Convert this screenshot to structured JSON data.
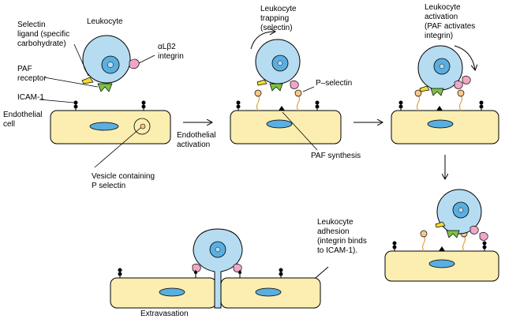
{
  "labels": {
    "leukocyte": "Leukocyte",
    "selectin_ligand_1": "Selectin",
    "selectin_ligand_2": "ligand (specific",
    "selectin_ligand_3": "carbohydrate)",
    "integrin_1": "αLβ2",
    "integrin_2": "integrin",
    "paf_receptor_1": "PAF",
    "paf_receptor_2": "receptor",
    "icam": "ICAM-1",
    "endothelial_1": "Endothelial",
    "endothelial_2": "cell",
    "vesicle_1": "Vesicle containing",
    "vesicle_2": "P selectin",
    "activation_1": "Endothelial",
    "activation_2": "activation",
    "trapping_1": "Leukocyte",
    "trapping_2": "trapping",
    "trapping_3": "(selectin)",
    "p_selectin": "P–selectin",
    "paf_synthesis": "PAF synthesis",
    "lk_activation_1": "Leukocyte",
    "lk_activation_2": "activation",
    "lk_activation_3": "(PAF activates",
    "lk_activation_4": "integrin)",
    "adhesion_1": "Leukocyte",
    "adhesion_2": "adhesion",
    "adhesion_3": "(integrin binds",
    "adhesion_4": "to ICAM-1).",
    "extravasation": "Extravasation"
  },
  "colors": {
    "cell_fill": "#fbeeb0",
    "leukocyte_fill": "#b6dcf2",
    "nucleus_fill": "#5aaee0",
    "integrin_fill": "#f0a6c6",
    "paf_receptor": "#7cc242",
    "selectin_ligand": "#f2dc2e",
    "p_selectin_head": "#f7c88c",
    "stroke": "#000000"
  }
}
